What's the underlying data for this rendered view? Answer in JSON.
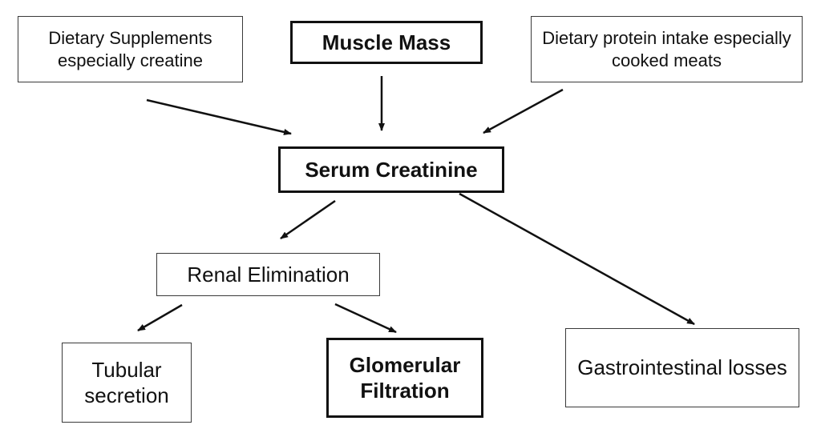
{
  "nodes": {
    "supplements": "Dietary Supplements especially creatine",
    "muscle_mass": "Muscle Mass",
    "protein": "Dietary protein intake especially cooked meats",
    "serum": "Serum Creatinine",
    "renal": "Renal Elimination",
    "tubular": "Tubular secretion",
    "glomerular": "Glomerular Filtration",
    "gastro": "Gastrointestinal losses"
  },
  "edges": [
    {
      "from": "supplements",
      "to": "serum"
    },
    {
      "from": "muscle_mass",
      "to": "serum"
    },
    {
      "from": "protein",
      "to": "serum"
    },
    {
      "from": "serum",
      "to": "renal"
    },
    {
      "from": "serum",
      "to": "gastro"
    },
    {
      "from": "renal",
      "to": "tubular"
    },
    {
      "from": "renal",
      "to": "glomerular"
    }
  ],
  "colors": {
    "line": "#111111",
    "thin_border": "#3a3a3a",
    "background": "#ffffff"
  }
}
